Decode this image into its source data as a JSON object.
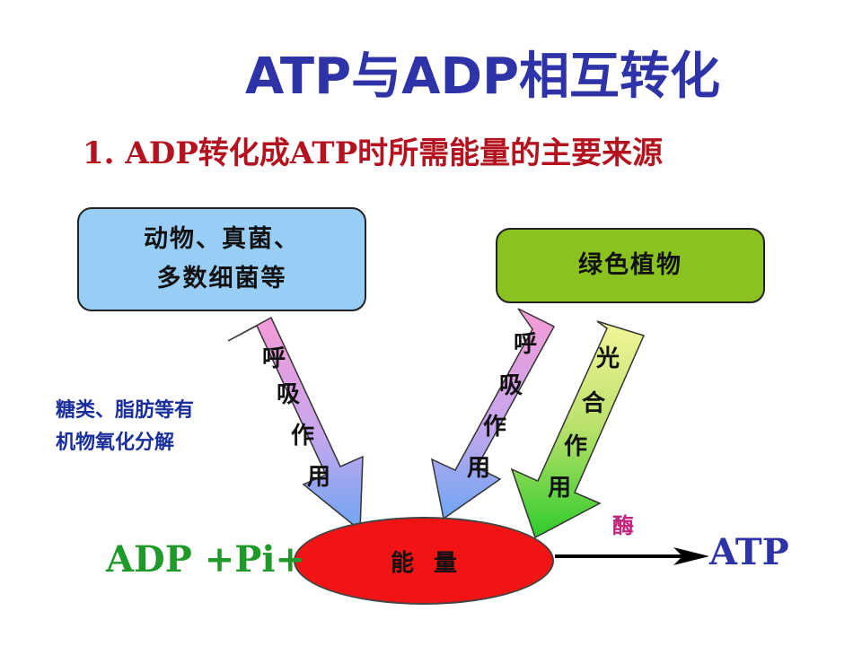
{
  "title": "ATP与ADP相互转化",
  "subtitle": "1. ADP转化成ATP时所需能量的主要来源",
  "boxes": {
    "animals_line1": "动物、真菌、",
    "animals_line2": "多数细菌等",
    "plants": "绿色植物"
  },
  "arrows": {
    "left": [
      "呼",
      "吸",
      "作",
      "用"
    ],
    "middle": [
      "呼",
      "吸",
      "作",
      "用"
    ],
    "right": [
      "光",
      "合",
      "作",
      "用"
    ]
  },
  "note": {
    "line1": "糖类、脂肪等有",
    "line2": "机物氧化分解"
  },
  "reaction": {
    "reactants": "ADP +Pi+",
    "energy": "能量",
    "enzyme": "酶",
    "product": "ATP"
  },
  "colors": {
    "title": "#2f33a8",
    "subtitle": "#b4121e",
    "animals_box": "#98cdf5",
    "plants_box": "#8cc21f",
    "energy_ellipse": "#f21414",
    "adp_text": "#1f9a2a",
    "enzyme_text": "#c4217c"
  }
}
